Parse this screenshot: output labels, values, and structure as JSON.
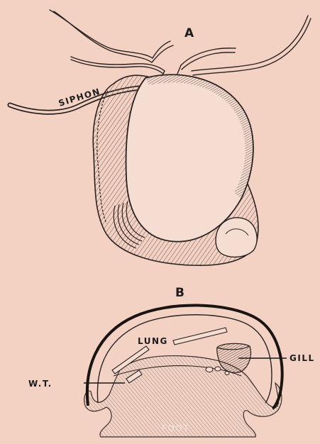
{
  "figure": {
    "panel_a": {
      "letter": "A",
      "siphon_label": "SIPHON"
    },
    "panel_b": {
      "letter": "B",
      "lung_label": "LUNG",
      "gill_label": "GILL",
      "water_tube_label": "W.T.",
      "foot_label": "FOOT"
    }
  },
  "colors": {
    "paper": "#f3d2c4",
    "ink": "#1c1c1c",
    "shading": "#7a5e58"
  }
}
